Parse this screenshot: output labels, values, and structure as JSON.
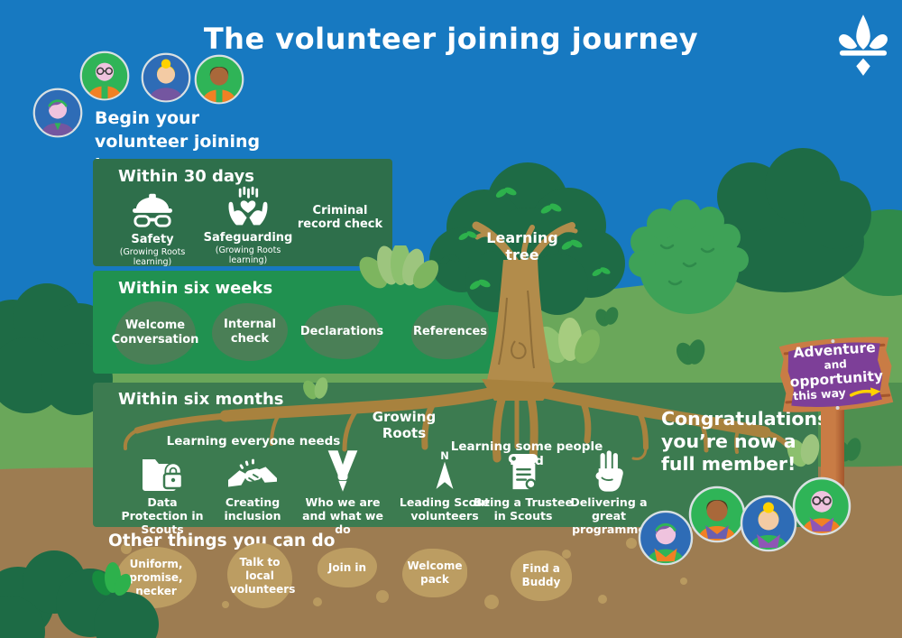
{
  "title": "The volunteer joining journey",
  "intro": {
    "text": "Begin your volunteer joining journey."
  },
  "tree": {
    "label": "Learning tree",
    "roots_label": "Growing Roots"
  },
  "boxes": {
    "thirty_days": {
      "heading": "Within 30 days",
      "items": [
        {
          "icon": "hard-hat-icon",
          "label": "Safety",
          "sublabel": "(Growing Roots learning)"
        },
        {
          "icon": "hands-heart-icon",
          "label": "Safeguarding",
          "sublabel": "(Growing Roots learning)"
        },
        {
          "label": "Criminal record check"
        }
      ]
    },
    "six_weeks": {
      "heading": "Within six weeks",
      "items": [
        "Welcome Conversation",
        "Internal check",
        "Declarations",
        "References"
      ]
    },
    "six_months": {
      "heading": "Within six months",
      "groups": [
        {
          "heading": "Learning everyone needs",
          "items": [
            {
              "icon": "folder-lock-icon",
              "label": "Data Protection in Scouts"
            },
            {
              "icon": "handshake-icon",
              "label": "Creating inclusion"
            },
            {
              "icon": "necker-icon",
              "label": "Who we are and what we do"
            }
          ]
        },
        {
          "heading": "Learning some people need",
          "items": [
            {
              "icon": "compass-icon",
              "label": "Leading Scout volunteers",
              "icon_letter": "N"
            },
            {
              "icon": "scroll-icon",
              "label": "Being a Trustee in Scouts"
            },
            {
              "icon": "salute-icon",
              "label": "Delivering a great programme"
            }
          ]
        }
      ]
    }
  },
  "congratulations": {
    "lines": [
      "Congratulations",
      "you’re now a",
      "full member!"
    ]
  },
  "signpost": {
    "lines": [
      "Adventure",
      "and",
      "opportunity",
      "this way"
    ]
  },
  "other": {
    "heading": "Other things you can do",
    "items": [
      "Uniform, promise, necker",
      "Talk to local volunteers",
      "Join in",
      "Welcome pack",
      "Find a Buddy"
    ]
  },
  "colors": {
    "sky": "#1779c1",
    "hill": "#6aa75a",
    "dirt": "#9d7c51",
    "box_30_days": "#2e6f4b",
    "box_six_weeks": "#209150",
    "box_six_months": "#3c7b50",
    "tree_green": "#1e6b45",
    "leaf_accent": "#2db14c",
    "root_brown": "#a8823e",
    "sign_purple": "#7d3f98",
    "arrow_yellow": "#ffd100",
    "scout_green": "#2fb457",
    "scout_blue": "#2e6cb6",
    "scout_orange": "#f08024",
    "scout_purple": "#7456a0"
  }
}
